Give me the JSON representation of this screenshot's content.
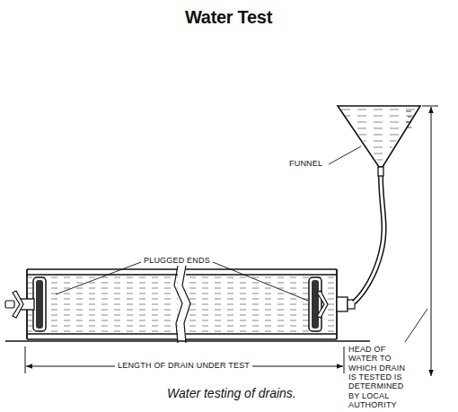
{
  "diagram": {
    "title": "Water Test",
    "caption": "Water testing of drains.",
    "labels": [
      "FUNNEL",
      "PLUGGED ENDS",
      "LENGTH OF DRAIN UNDER TEST",
      "HEAD OF WATER TO WHICH DRAIN IS TESTED IS DETERMINED BY LOCAL AUTHORITY"
    ]
  }
}
